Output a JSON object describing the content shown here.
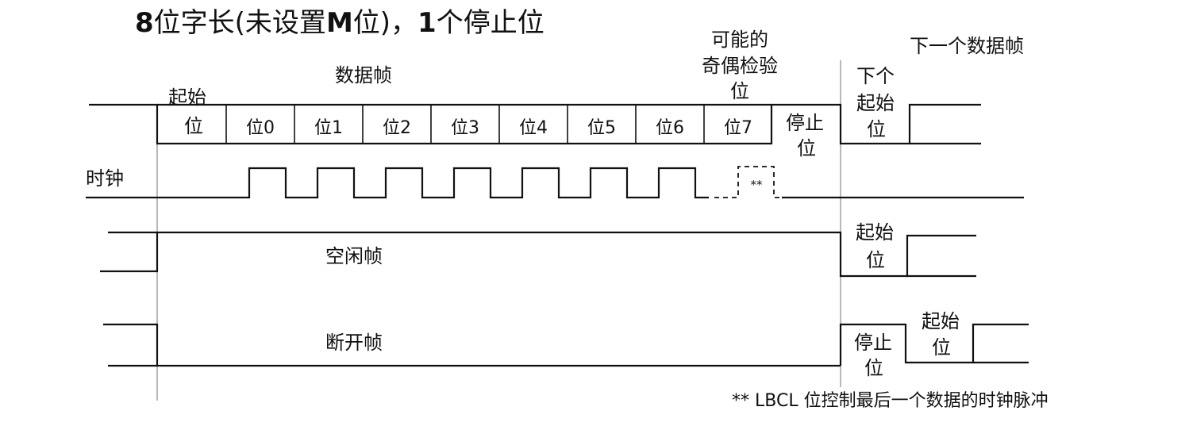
{
  "title": {
    "part1": "8",
    "part2": "位字长(未设置",
    "part3": "M",
    "part4": "位)，",
    "part5": "1",
    "part6": "个停止位"
  },
  "labels": {
    "data_frame": "数据帧",
    "next_data_frame": "下一个数据帧",
    "parity_line1": "可能的",
    "parity_line2": "奇偶检验",
    "parity_line3": "位",
    "start_bit_line1": "起始",
    "start_bit_line2": "位",
    "stop_bit_line1": "停止",
    "stop_bit_line2": "位",
    "next_start_line1": "下个",
    "next_start_line2": "起始",
    "next_start_line3": "位",
    "clock": "时钟",
    "clock_last": "**",
    "idle_frame": "空闲帧",
    "break_frame": "断开帧",
    "idle_start_line1": "起始",
    "idle_start_line2": "位",
    "break_stop_line1": "停止",
    "break_stop_line2": "位",
    "break_start_line1": "起始",
    "break_start_line2": "位",
    "footnote": "** LBCL 位控制最后一个数据的时钟脉冲"
  },
  "bits": [
    "位0",
    "位1",
    "位2",
    "位3",
    "位4",
    "位5",
    "位6",
    "位7"
  ]
}
